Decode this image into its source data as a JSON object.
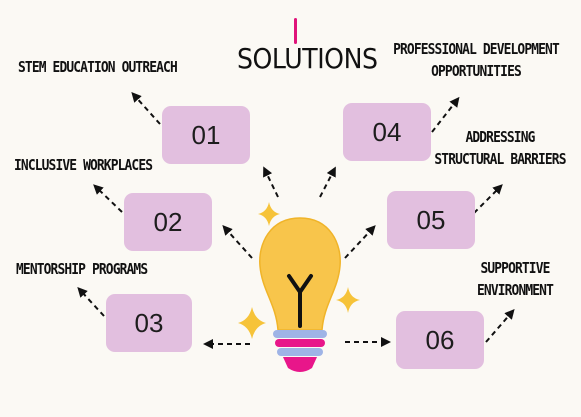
{
  "title": "SOLUTIONS",
  "colors": {
    "box_fill": "#e2bfdf",
    "bulb_yellow": "#f8c54b",
    "bulb_band_blue": "#9fb4e6",
    "bulb_band_pink": "#e8168a",
    "sparkle": "#f6c339"
  },
  "items": [
    {
      "number": "01",
      "label": "STEM EDUCATION OUTREACH"
    },
    {
      "number": "02",
      "label": "INCLUSIVE WORKPLACES"
    },
    {
      "number": "03",
      "label": "MENTORSHIP PROGRAMS"
    },
    {
      "number": "04",
      "label_line1": "PROFESSIONAL DEVELOPMENT",
      "label_line2": "OPPORTUNITIES"
    },
    {
      "number": "05",
      "label_line1": "ADDRESSING",
      "label_line2": "STRUCTURAL BARRIERS"
    },
    {
      "number": "06",
      "label_line1": "SUPPORTIVE",
      "label_line2": "ENVIRONMENT"
    }
  ]
}
